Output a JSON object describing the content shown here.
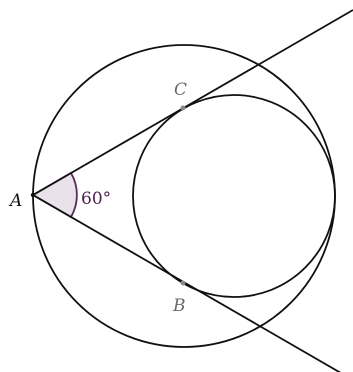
{
  "points": {
    "A": {
      "label": "A"
    },
    "B": {
      "label": "B"
    },
    "C": {
      "label": "C"
    }
  },
  "angle": {
    "label": "60°"
  },
  "colors": {
    "stroke": "#111111",
    "point_label": "#6a6a6a",
    "angle_stroke": "#5a2a5a",
    "angle_fill": "#e9e2ea",
    "angle_text": "#4b1f4f"
  }
}
